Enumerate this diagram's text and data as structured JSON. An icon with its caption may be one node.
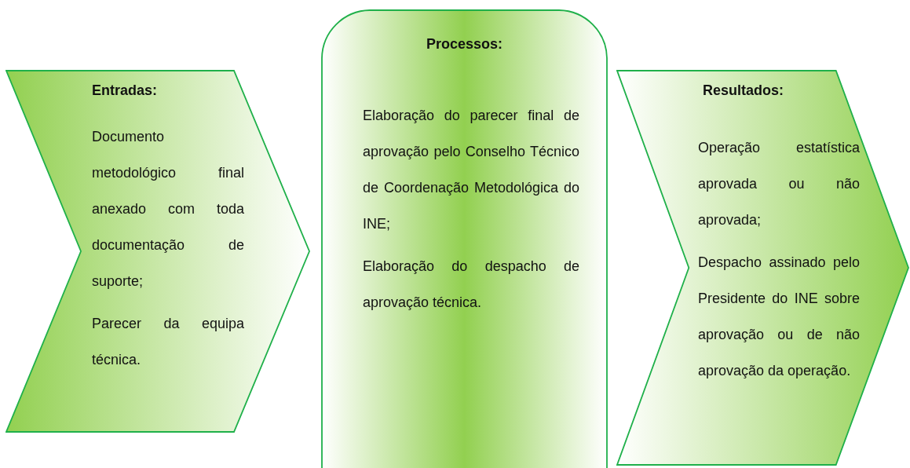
{
  "diagram": {
    "nodes": [
      {
        "text": [
          "Entradas:",
          "Documento metodológico final anexado com toda documentação de suporte;",
          "Parecer da equipa técnica."
        ]
      },
      {
        "text": [
          "Processos:",
          "Elaboração do parecer final de aprovação pelo Conselho Técnico de Coordenação Metodológica do INE;",
          "Elaboração do despacho de aprovação técnica."
        ]
      },
      {
        "text": [
          "Resultados:",
          "Operação estatística aprovada ou não aprovada;",
          "Despacho assinado pelo Presidente do INE sobre aprovação ou de não aprovação da operação."
        ]
      }
    ]
  }
}
